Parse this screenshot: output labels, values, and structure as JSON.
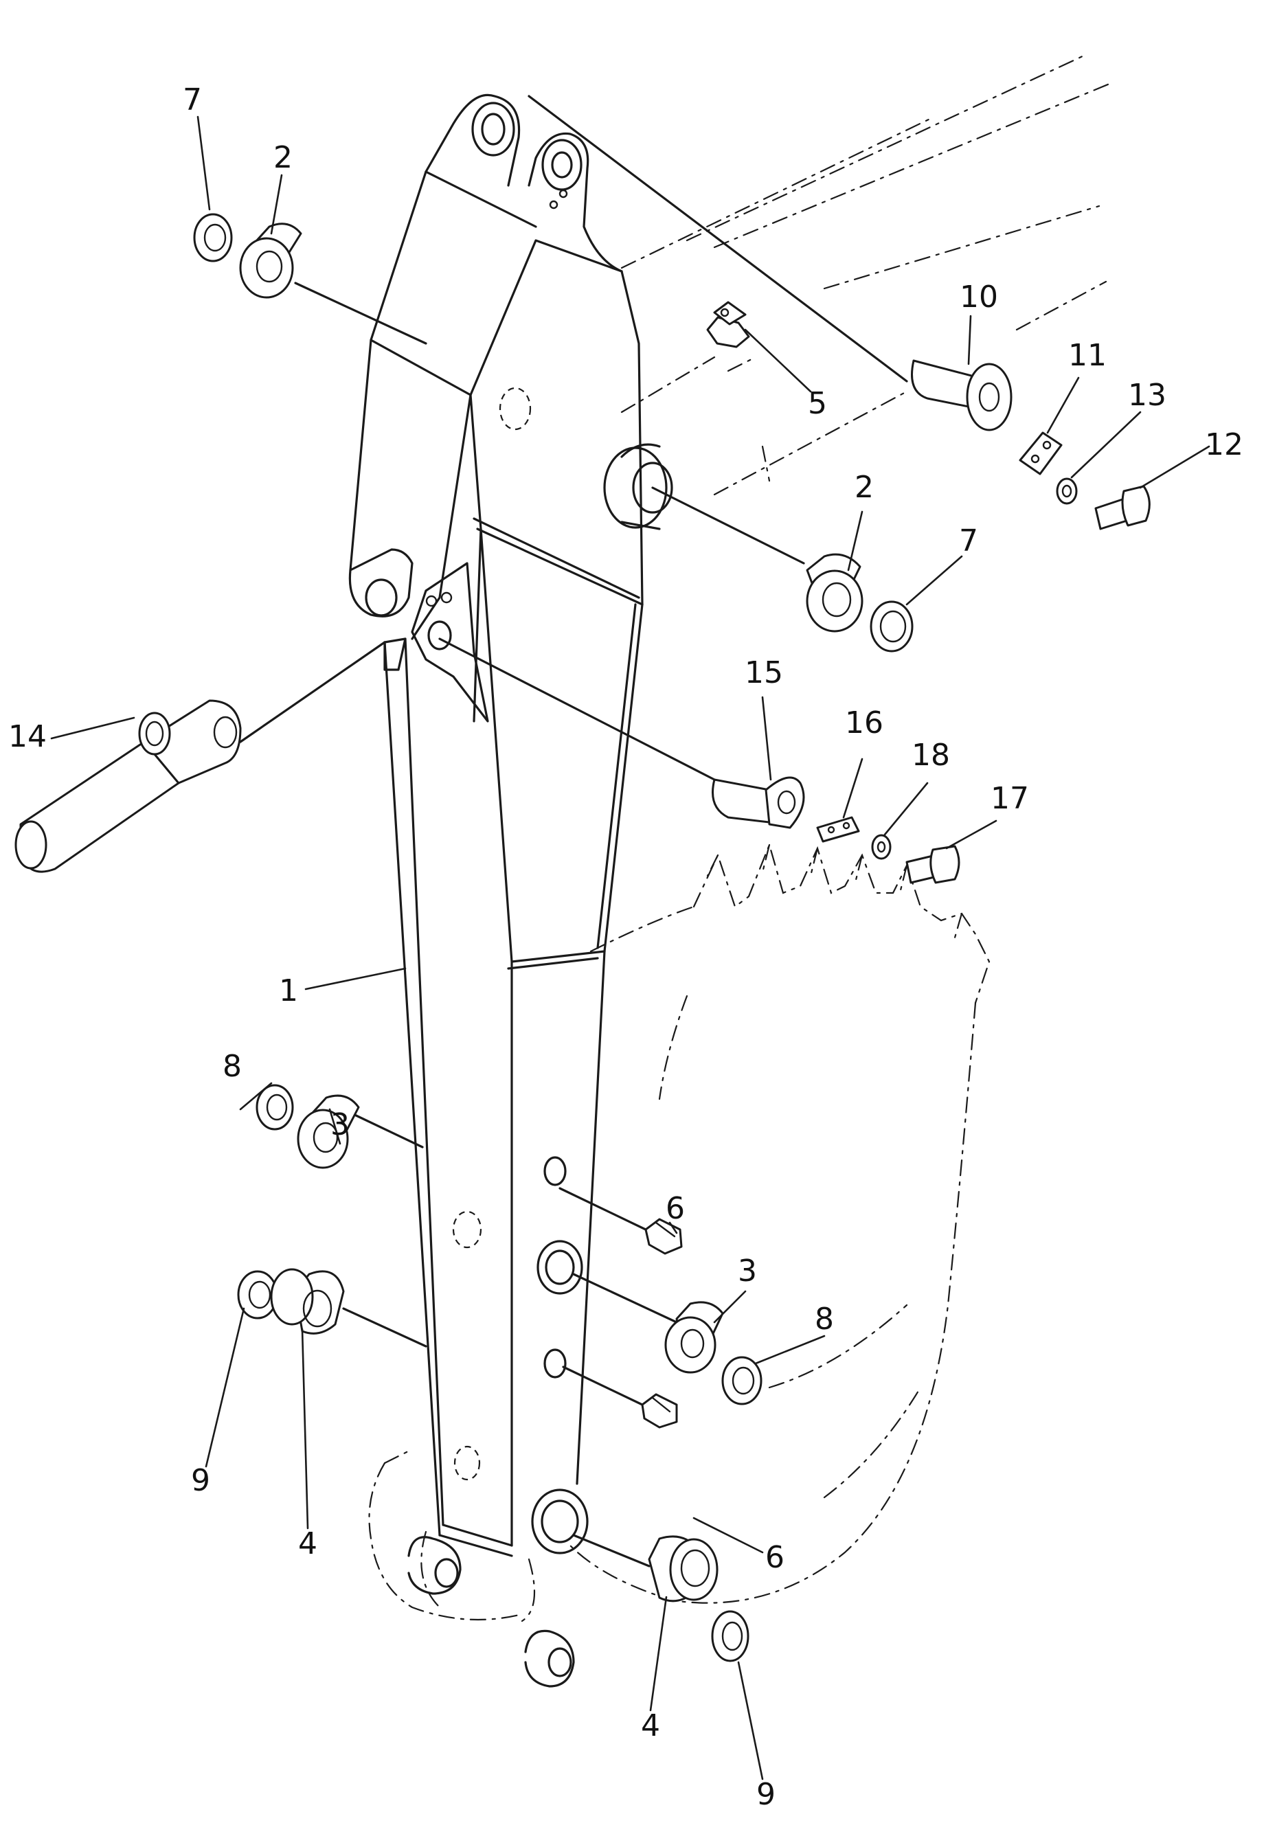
{
  "figure": {
    "callouts": [
      {
        "id": "c7a",
        "text": "7"
      },
      {
        "id": "c2a",
        "text": "2"
      },
      {
        "id": "c10",
        "text": "10"
      },
      {
        "id": "c11",
        "text": "11"
      },
      {
        "id": "c13",
        "text": "13"
      },
      {
        "id": "c12",
        "text": "12"
      },
      {
        "id": "c5",
        "text": "5"
      },
      {
        "id": "c2b",
        "text": "2"
      },
      {
        "id": "c7b",
        "text": "7"
      },
      {
        "id": "c14",
        "text": "14"
      },
      {
        "id": "c15",
        "text": "15"
      },
      {
        "id": "c16",
        "text": "16"
      },
      {
        "id": "c18",
        "text": "18"
      },
      {
        "id": "c17",
        "text": "17"
      },
      {
        "id": "c1",
        "text": "1"
      },
      {
        "id": "c8a",
        "text": "8"
      },
      {
        "id": "c3a",
        "text": "3"
      },
      {
        "id": "c6a",
        "text": "6"
      },
      {
        "id": "c3b",
        "text": "3"
      },
      {
        "id": "c8b",
        "text": "8"
      },
      {
        "id": "c9a",
        "text": "9"
      },
      {
        "id": "c4a",
        "text": "4"
      },
      {
        "id": "c6b",
        "text": "6"
      },
      {
        "id": "c4b",
        "text": "4"
      },
      {
        "id": "c9b",
        "text": "9"
      }
    ]
  }
}
